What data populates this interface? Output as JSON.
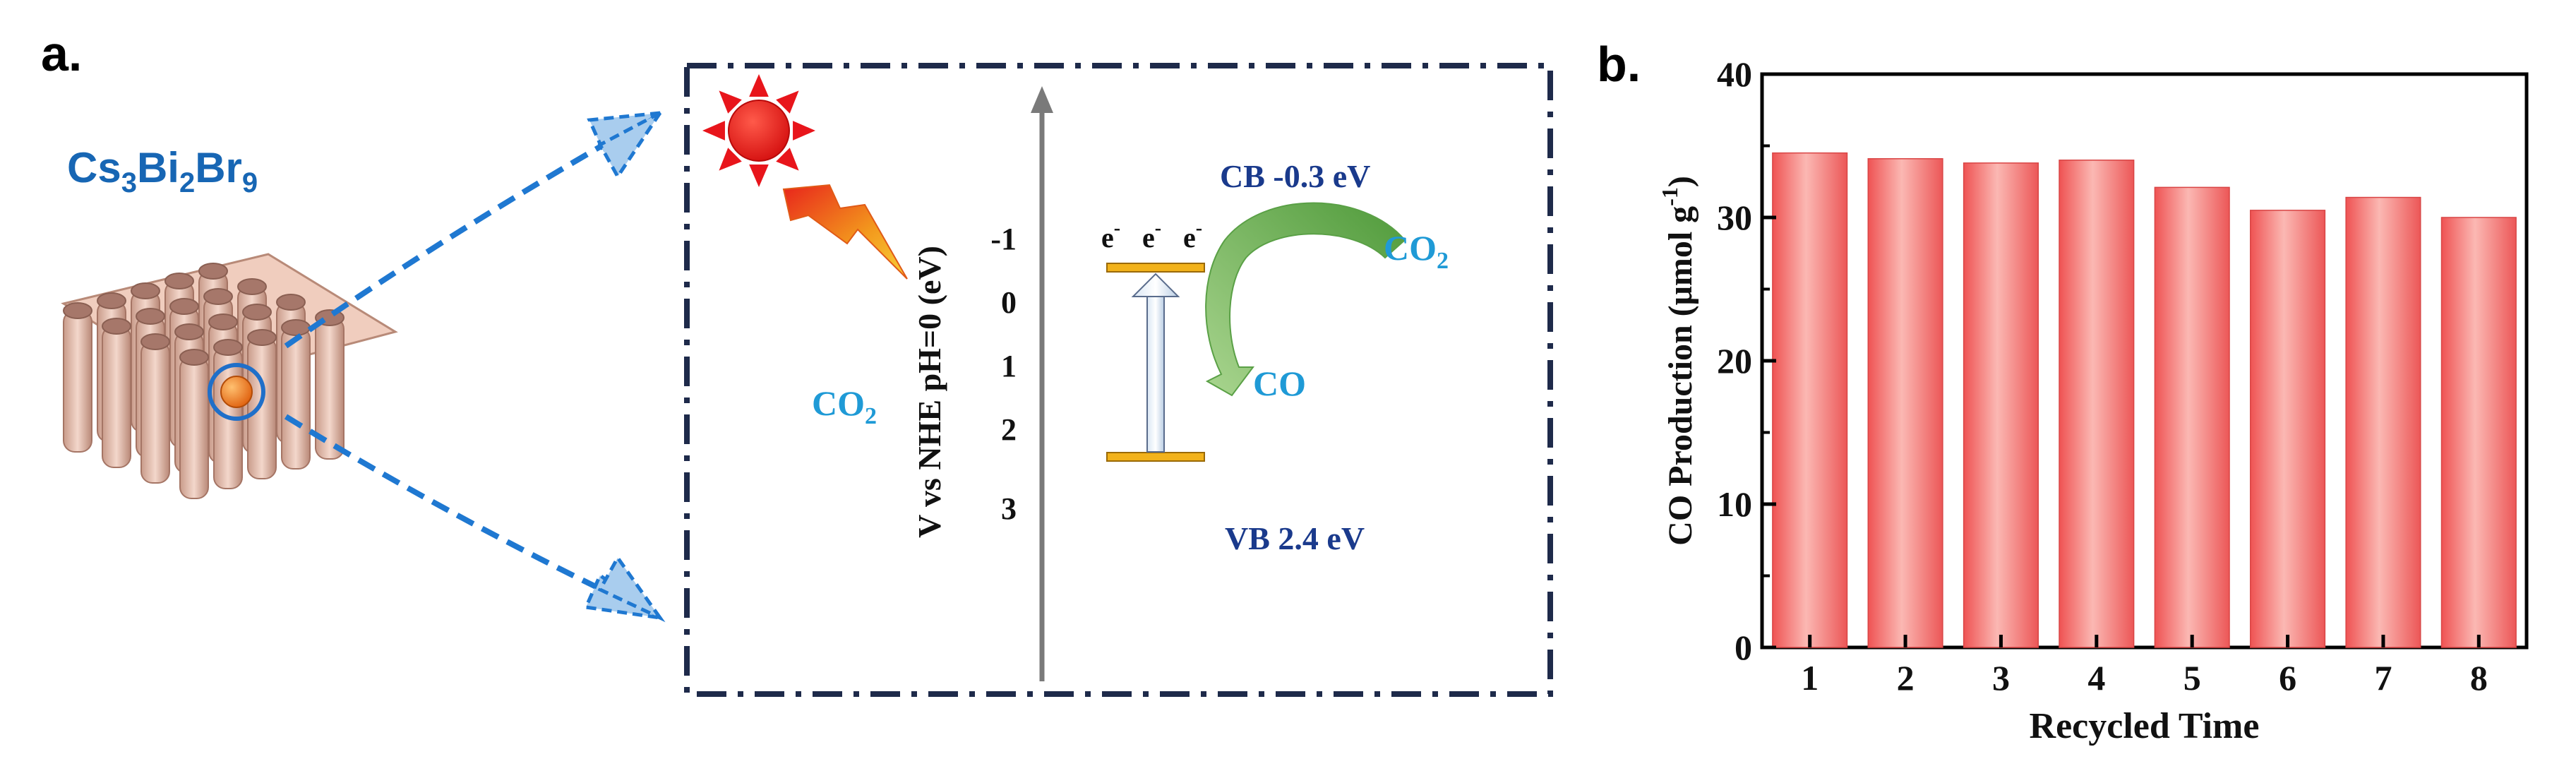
{
  "panel_a": {
    "label": "a.",
    "material": {
      "base": "Cs",
      "s1": "3",
      "mid1": "Bi",
      "s2": "2",
      "mid2": "Br",
      "s3": "9"
    },
    "axis_label": "V vs NHE pH=0 (eV)",
    "axis_ticks": [
      "-1",
      "0",
      "1",
      "2",
      "3"
    ],
    "cb_label": "CB -0.3 eV",
    "vb_label": "VB 2.4 eV",
    "electrons": [
      "e",
      "e",
      "e"
    ],
    "electron_sup": "-",
    "co_label": "CO",
    "co2_right": {
      "base": "CO",
      "sub": "2"
    },
    "co2_left": {
      "base": "CO",
      "sub": "2"
    },
    "colors": {
      "sun": "#ee1c1c",
      "sun_rays": "#e8151b",
      "band": "#f2b21b",
      "curved_arrow": "#73b35c",
      "dash_arrows": "#1f78d1",
      "frame": "#1e2a4a"
    },
    "icons": [
      "sun-icon",
      "lightning-icon",
      "porous-crystal-icon"
    ]
  },
  "panel_b": {
    "label": "b.",
    "chart_data": {
      "type": "bar",
      "categories": [
        "1",
        "2",
        "3",
        "4",
        "5",
        "6",
        "7",
        "8"
      ],
      "values": [
        34.5,
        34.1,
        33.8,
        34.0,
        32.1,
        30.5,
        31.4,
        30.0
      ],
      "xlabel": "Recycled Time",
      "ylabel": {
        "pre": "CO Production (μmol g",
        "sup": "-1",
        "post": ")"
      },
      "ylim": [
        0,
        40
      ],
      "yticks": [
        "0",
        "10",
        "20",
        "30",
        "40"
      ],
      "grid": false,
      "bar_color": "#f26a6a"
    }
  }
}
